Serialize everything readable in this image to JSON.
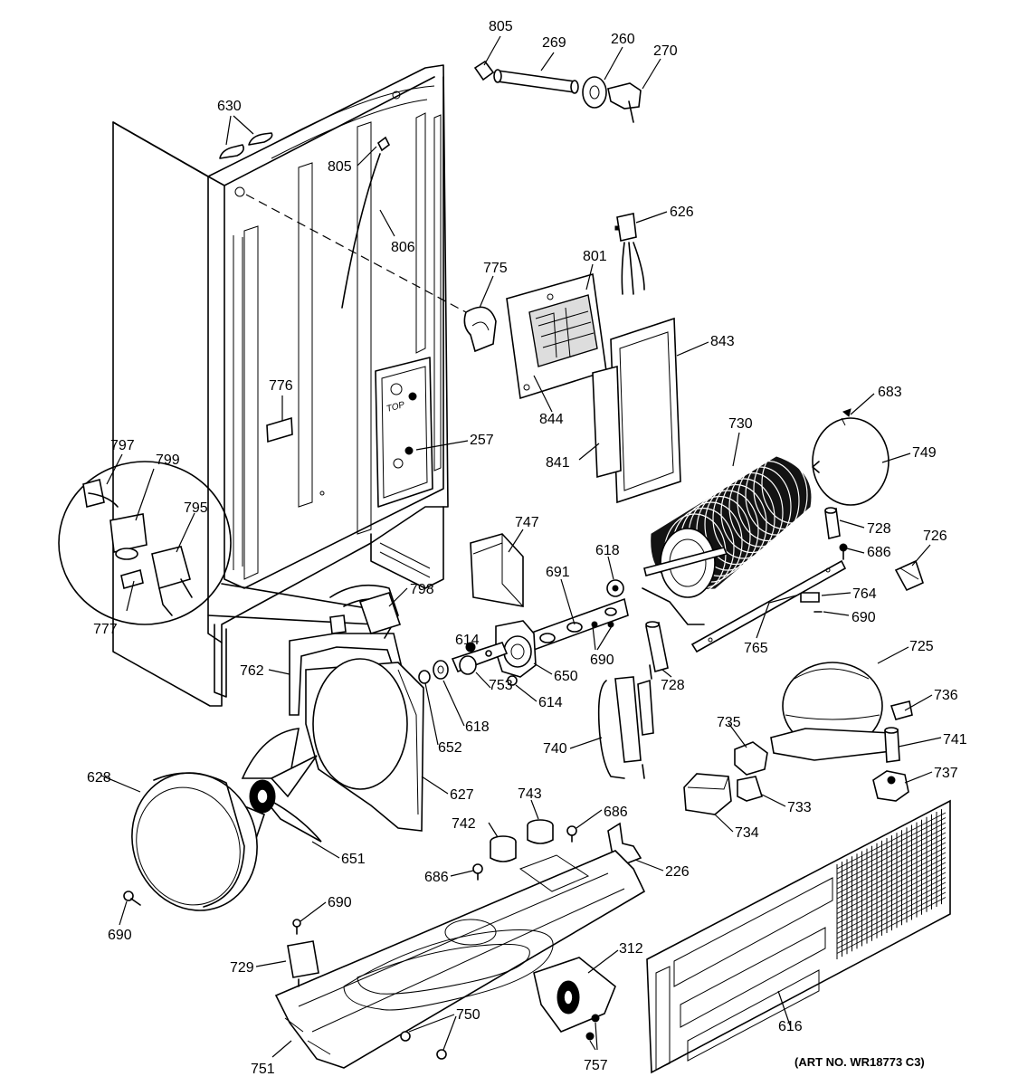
{
  "diagram": {
    "art_number": "(ART NO. WR18773 C3)",
    "top_marking": "TOP",
    "callouts": [
      {
        "id": "805-top",
        "text": "805"
      },
      {
        "id": "269",
        "text": "269"
      },
      {
        "id": "260",
        "text": "260"
      },
      {
        "id": "270",
        "text": "270"
      },
      {
        "id": "630",
        "text": "630"
      },
      {
        "id": "805-mid",
        "text": "805"
      },
      {
        "id": "626",
        "text": "626"
      },
      {
        "id": "806",
        "text": "806"
      },
      {
        "id": "801",
        "text": "801"
      },
      {
        "id": "775",
        "text": "775"
      },
      {
        "id": "843",
        "text": "843"
      },
      {
        "id": "683",
        "text": "683"
      },
      {
        "id": "776",
        "text": "776"
      },
      {
        "id": "844",
        "text": "844"
      },
      {
        "id": "730",
        "text": "730"
      },
      {
        "id": "749",
        "text": "749"
      },
      {
        "id": "257",
        "text": "257"
      },
      {
        "id": "797",
        "text": "797"
      },
      {
        "id": "799",
        "text": "799"
      },
      {
        "id": "841",
        "text": "841"
      },
      {
        "id": "795",
        "text": "795"
      },
      {
        "id": "747",
        "text": "747"
      },
      {
        "id": "728-top",
        "text": "728"
      },
      {
        "id": "726",
        "text": "726"
      },
      {
        "id": "618-top",
        "text": "618"
      },
      {
        "id": "686-top",
        "text": "686"
      },
      {
        "id": "691",
        "text": "691"
      },
      {
        "id": "798",
        "text": "798"
      },
      {
        "id": "764",
        "text": "764"
      },
      {
        "id": "777",
        "text": "777"
      },
      {
        "id": "690-right",
        "text": "690"
      },
      {
        "id": "614-top",
        "text": "614"
      },
      {
        "id": "690-mid",
        "text": "690"
      },
      {
        "id": "765",
        "text": "765"
      },
      {
        "id": "725",
        "text": "725"
      },
      {
        "id": "762",
        "text": "762"
      },
      {
        "id": "650",
        "text": "650"
      },
      {
        "id": "728-mid",
        "text": "728"
      },
      {
        "id": "753",
        "text": "753"
      },
      {
        "id": "614-mid",
        "text": "614"
      },
      {
        "id": "736",
        "text": "736"
      },
      {
        "id": "618-mid",
        "text": "618"
      },
      {
        "id": "735",
        "text": "735"
      },
      {
        "id": "741",
        "text": "741"
      },
      {
        "id": "652",
        "text": "652"
      },
      {
        "id": "740",
        "text": "740"
      },
      {
        "id": "737",
        "text": "737"
      },
      {
        "id": "628",
        "text": "628"
      },
      {
        "id": "627",
        "text": "627"
      },
      {
        "id": "743",
        "text": "743"
      },
      {
        "id": "733",
        "text": "733"
      },
      {
        "id": "742",
        "text": "742"
      },
      {
        "id": "686-mid",
        "text": "686"
      },
      {
        "id": "734",
        "text": "734"
      },
      {
        "id": "651",
        "text": "651"
      },
      {
        "id": "686-low",
        "text": "686"
      },
      {
        "id": "226",
        "text": "226"
      },
      {
        "id": "690-low",
        "text": "690"
      },
      {
        "id": "690-left",
        "text": "690"
      },
      {
        "id": "729",
        "text": "729"
      },
      {
        "id": "312",
        "text": "312"
      },
      {
        "id": "750",
        "text": "750"
      },
      {
        "id": "616",
        "text": "616"
      },
      {
        "id": "751",
        "text": "751"
      },
      {
        "id": "757",
        "text": "757"
      }
    ]
  }
}
